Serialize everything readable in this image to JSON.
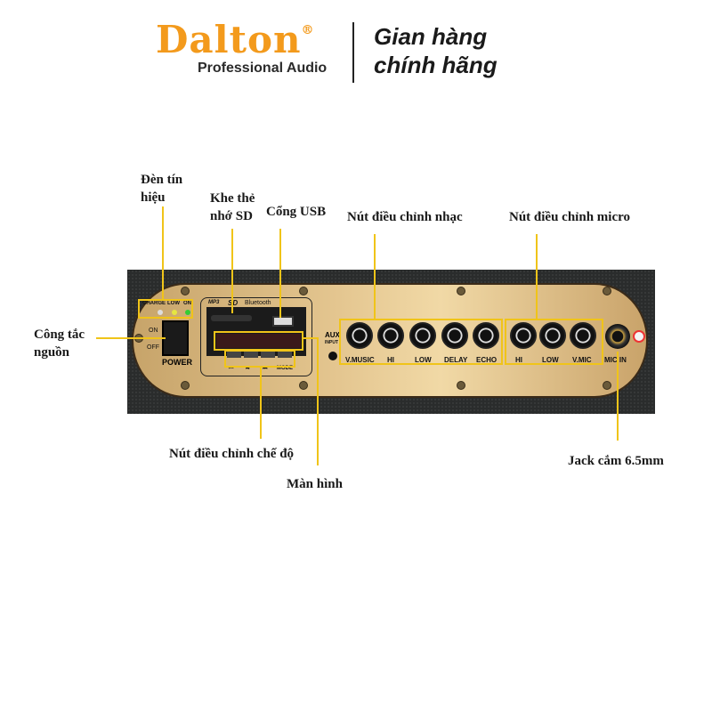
{
  "header": {
    "brand": "Dalton",
    "registered": "®",
    "tagline": "Professional Audio",
    "slogan_line1": "Gian hàng",
    "slogan_line2": "chính hãng"
  },
  "callouts": {
    "signal_lights": [
      "Đèn tín",
      "hiệu"
    ],
    "sd_slot": [
      "Khe thẻ",
      "nhớ SD"
    ],
    "usb_port": "Cổng USB",
    "music_knobs": "Nút điều chỉnh nhạc",
    "mic_knobs": "Nút điều chỉnh micro",
    "power_switch": [
      "Công tắc",
      "nguồn"
    ],
    "mode_buttons": "Nút điều chỉnh chế độ",
    "display": "Màn hình",
    "jack": "Jack cắm 6.5mm"
  },
  "panel": {
    "leds": [
      "CHARGE",
      "LOW",
      "ON"
    ],
    "switch_on": "ON",
    "switch_off": "OFF",
    "power": "POWER",
    "player_logos": [
      "MP3",
      "SD",
      "Bluetooth"
    ],
    "player_buttons": [
      "⏮",
      "⏯",
      "⏭",
      "MODE"
    ],
    "aux": "AUX",
    "aux_sub": "INPUT",
    "music_knobs": [
      "V.MUSIC",
      "HI",
      "LOW",
      "DELAY",
      "ECHO"
    ],
    "mic_knobs": [
      "HI",
      "LOW",
      "V.MIC"
    ],
    "mic_in": "MIC IN"
  },
  "colors": {
    "brand": "#f39a1c",
    "callout_line": "#f0c419"
  }
}
